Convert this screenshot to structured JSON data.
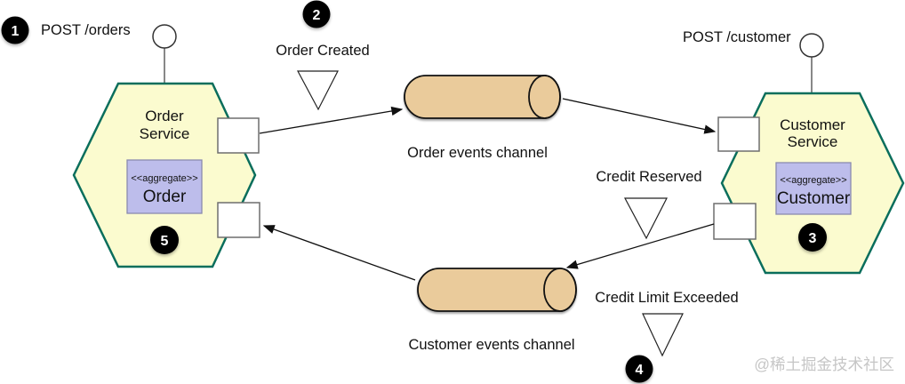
{
  "colors": {
    "hexagon_fill": "#FBFBCF",
    "hexagon_border": "#0A6E5C",
    "channel_fill": "#EACB9B",
    "aggregate_fill": "#BDBDEB",
    "badge_fill": "#000000",
    "watermark_color": "#C6C6C6"
  },
  "annotations": {
    "step1": "1",
    "step2": "2",
    "step3": "3",
    "step4": "4",
    "step5": "5",
    "post_orders": "POST /orders",
    "post_customer": "POST /customer"
  },
  "messages": {
    "order_created": "Order Created",
    "credit_reserved": "Credit Reserved",
    "credit_limit_exceeded": "Credit Limit Exceeded"
  },
  "channels": {
    "order_events": "Order events channel",
    "customer_events": "Customer events channel"
  },
  "services": {
    "order": {
      "name_line1": "Order",
      "name_line2": "Service",
      "stereotype": "<<aggregate>>",
      "aggregate": "Order"
    },
    "customer": {
      "name_line1": "Customer",
      "name_line2": "Service",
      "stereotype": "<<aggregate>>",
      "aggregate": "Customer"
    }
  },
  "watermark": "@稀土掘金技术社区"
}
